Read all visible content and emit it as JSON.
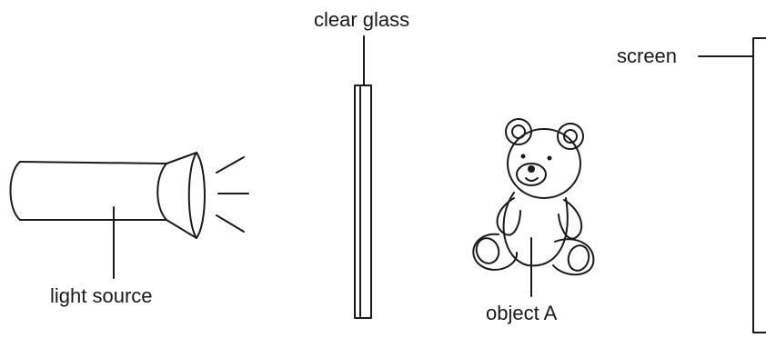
{
  "diagram": {
    "labels": {
      "clear_glass": "clear glass",
      "screen": "screen",
      "light_source": "light source",
      "object_a": "object A"
    },
    "components": [
      "light source",
      "clear glass",
      "object A",
      "screen"
    ],
    "icons": {
      "torch": "torch-icon",
      "glass": "glass-pane-icon",
      "teddy": "teddy-bear-icon",
      "screen": "screen-panel-icon"
    },
    "ink_color": "#1a1a1a"
  }
}
